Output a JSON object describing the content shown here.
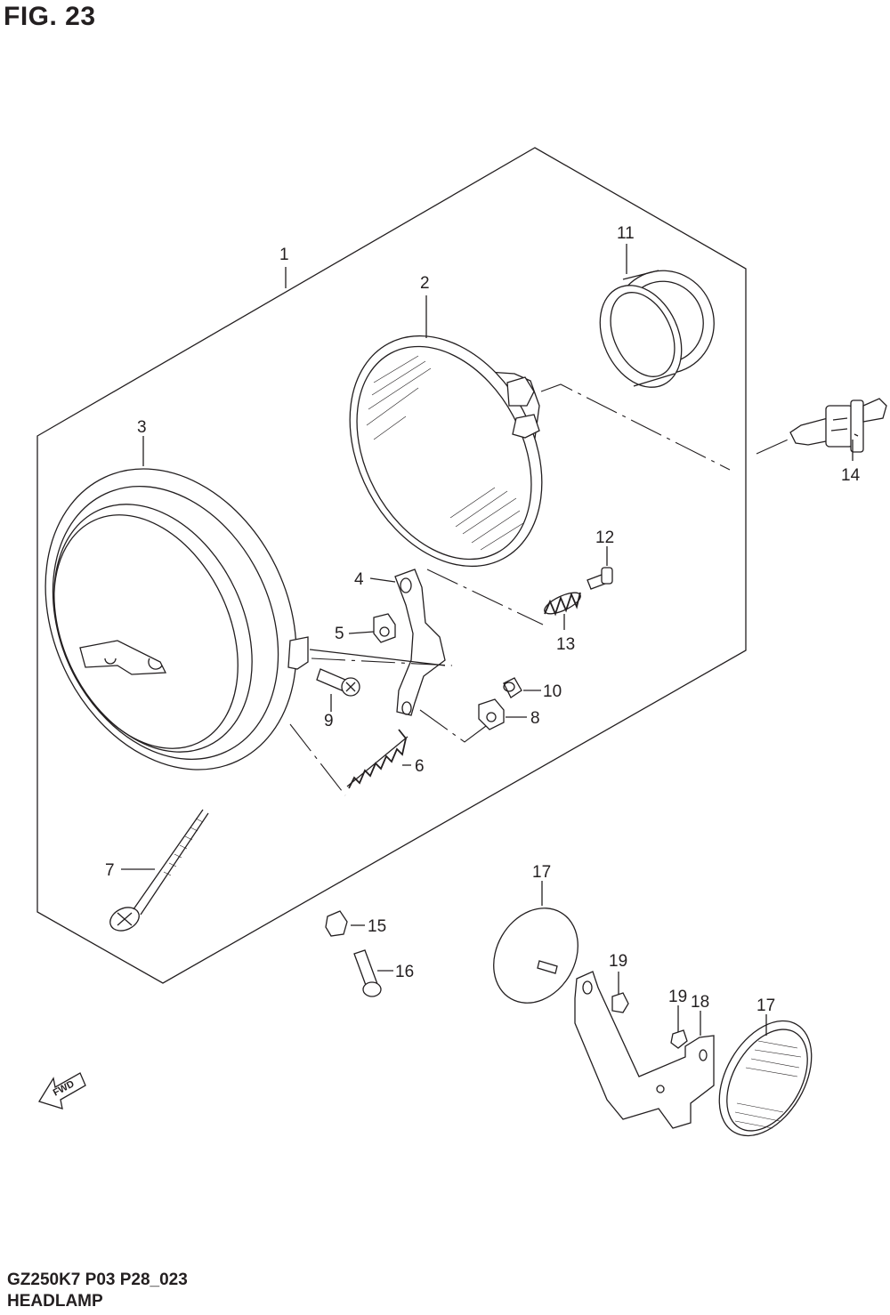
{
  "figure": {
    "title": "FIG. 23",
    "model_code": "GZ250K7 P03 P28_023",
    "assembly_name": "HEADLAMP"
  },
  "callouts": {
    "c1": "1",
    "c2": "2",
    "c3": "3",
    "c4": "4",
    "c5": "5",
    "c6": "6",
    "c7": "7",
    "c8": "8",
    "c9": "9",
    "c10": "10",
    "c11": "11",
    "c12": "12",
    "c13": "13",
    "c14": "14",
    "c15": "15",
    "c16": "16",
    "c17a": "17",
    "c17b": "17",
    "c18": "18",
    "c19a": "19",
    "c19b": "19"
  },
  "direction_marker": {
    "label": "FWD",
    "icon": "fwd-arrow-icon"
  }
}
